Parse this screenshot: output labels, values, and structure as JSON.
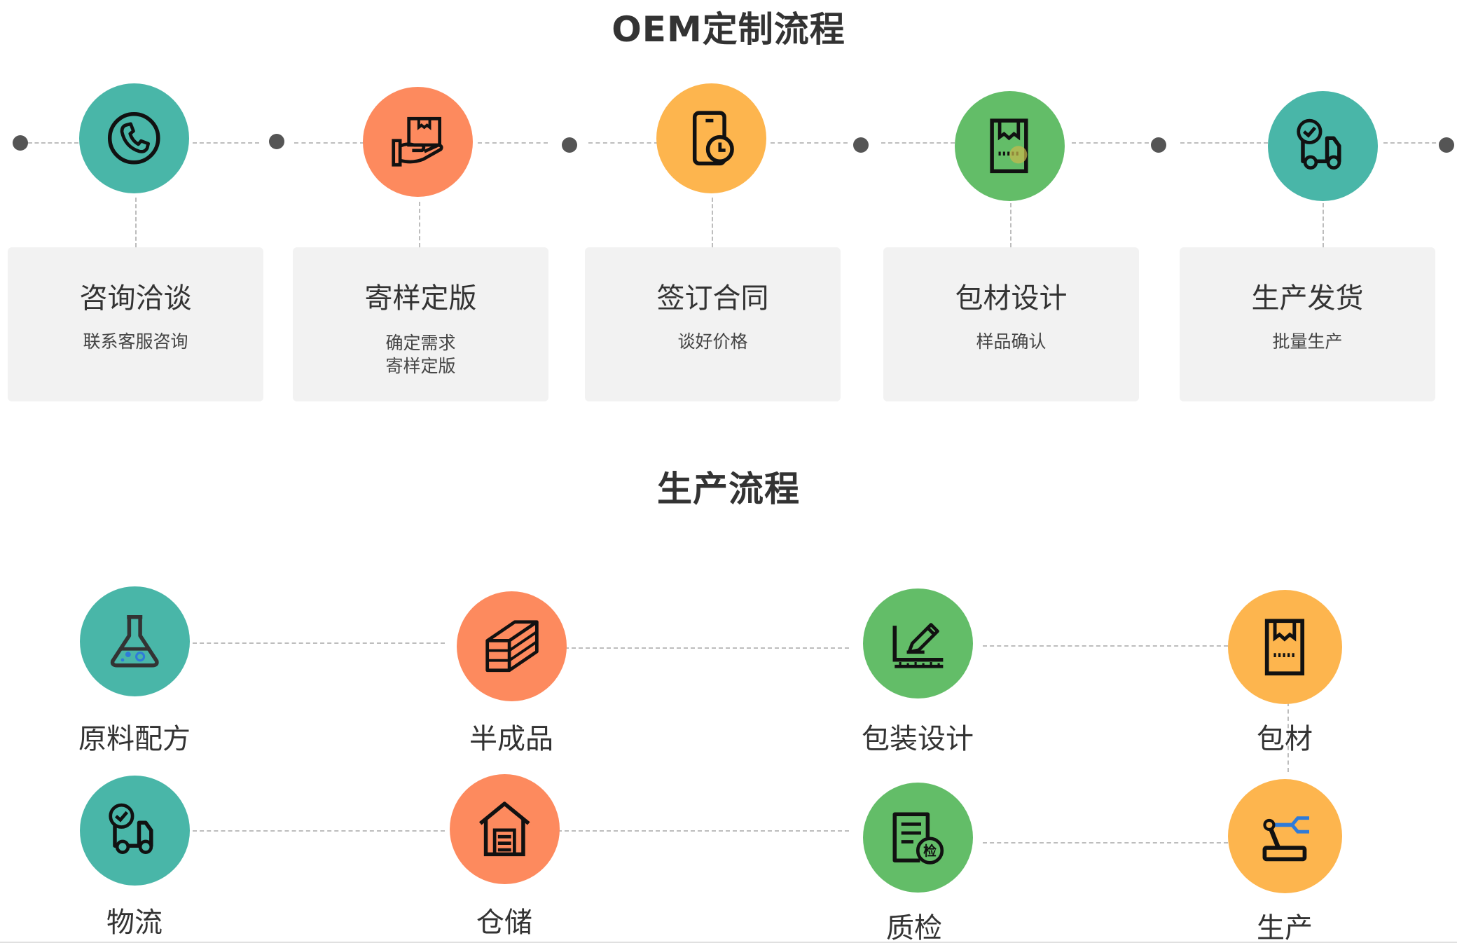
{
  "oem_title": "OEM定制流程",
  "production_title": "生产流程",
  "oem_steps": [
    {
      "title": "咨询洽谈",
      "desc_line1": "联系客服咨询",
      "desc_line2": "",
      "icon": "phone-icon",
      "color": "#49b6a8"
    },
    {
      "title": "寄样定版",
      "desc_line1": "确定需求",
      "desc_line2": "寄样定版",
      "icon": "box-hand-icon",
      "color": "#fd8a5e"
    },
    {
      "title": "签订合同",
      "desc_line1": "谈好价格",
      "desc_line2": "",
      "icon": "phone-clock-icon",
      "color": "#fdb54e"
    },
    {
      "title": "包材设计",
      "desc_line1": "样品确认",
      "desc_line2": "",
      "icon": "package-icon",
      "color": "#63bd68"
    },
    {
      "title": "生产发货",
      "desc_line1": "批量生产",
      "desc_line2": "",
      "icon": "truck-check-icon",
      "color": "#49b6a8"
    }
  ],
  "production_steps": [
    {
      "label": "原料配方",
      "icon": "flask-icon",
      "color": "#49b6a8"
    },
    {
      "label": "半成品",
      "icon": "stack-icon",
      "color": "#fd8a5e"
    },
    {
      "label": "包装设计",
      "icon": "design-ruler-icon",
      "color": "#63bd68"
    },
    {
      "label": "包材",
      "icon": "package-icon",
      "color": "#fdb54e"
    },
    {
      "label": "生产",
      "icon": "robot-arm-icon",
      "color": "#fdb54e"
    },
    {
      "label": "质检",
      "icon": "inspection-doc-icon",
      "color": "#63bd68"
    },
    {
      "label": "仓储",
      "icon": "warehouse-icon",
      "color": "#fd8a5e"
    },
    {
      "label": "物流",
      "icon": "truck-check-icon",
      "color": "#49b6a8"
    }
  ]
}
